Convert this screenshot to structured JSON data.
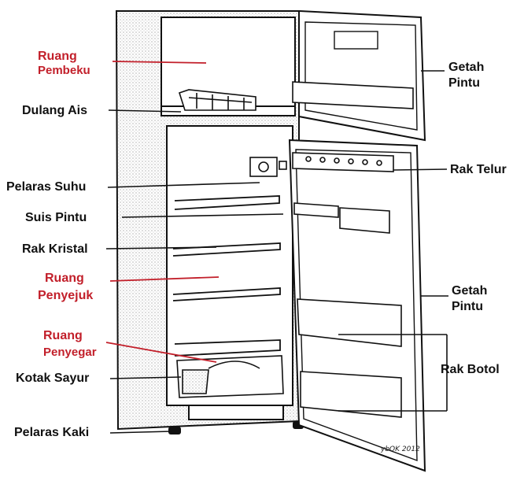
{
  "labels": {
    "ruang_pembeku": [
      "Ruang",
      "Pembeku"
    ],
    "dulang_ais": "Dulang Ais",
    "pelaras_suhu": "Pelaras Suhu",
    "suis_pintu": "Suis Pintu",
    "rak_kristal": "Rak Kristal",
    "ruang_penyejuk": [
      "Ruang",
      "Penyejuk"
    ],
    "ruang_penyegar": [
      "Ruang",
      "Penyegar"
    ],
    "kotak_sayur": "Kotak Sayur",
    "pelaras_kaki": "Pelaras Kaki",
    "getah_pintu_atas": [
      "Getah",
      "Pintu"
    ],
    "rak_telur": "Rak Telur",
    "getah_pintu_bawah": [
      "Getah",
      "Pintu"
    ],
    "rak_botol": "Rak Botol"
  },
  "credit": "ybOK 2012",
  "colors": {
    "red_label": "#c21f2a",
    "line": "#111111"
  }
}
